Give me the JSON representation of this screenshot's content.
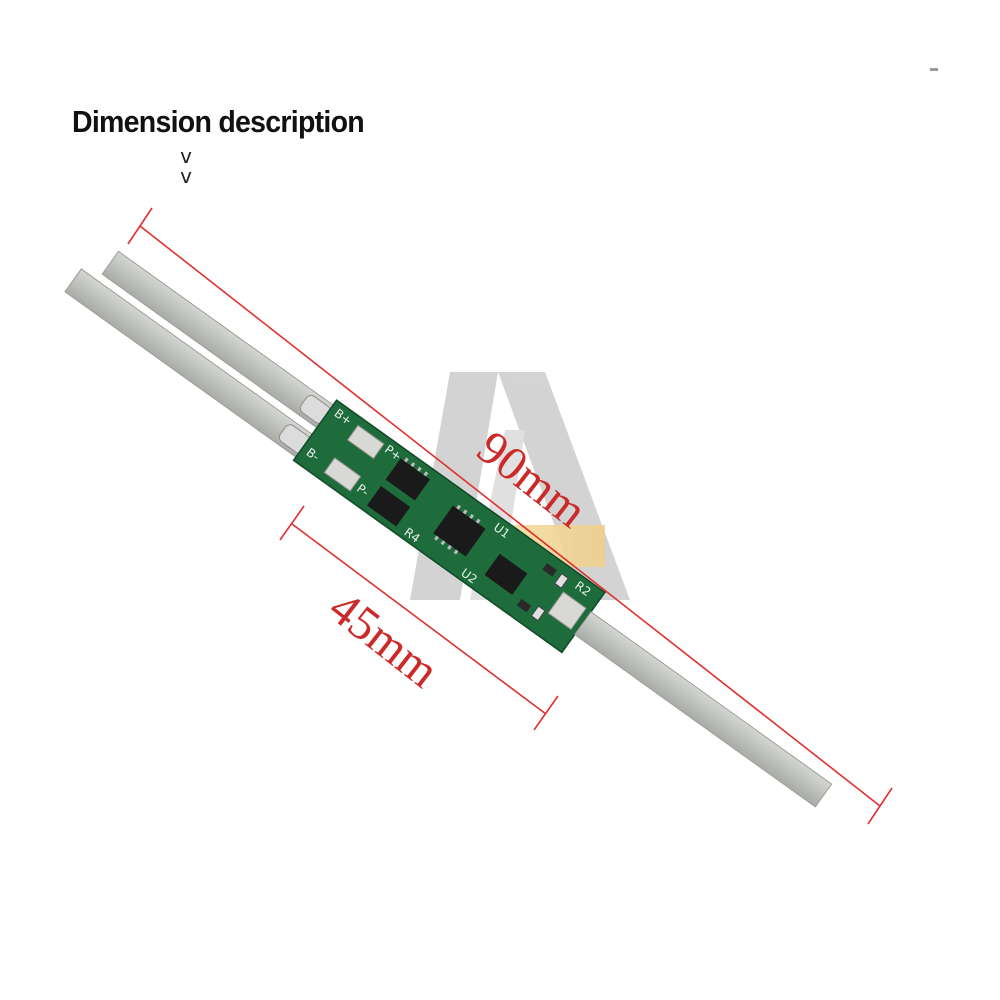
{
  "header": {
    "title": "Dimension description",
    "pointer_glyph": "v"
  },
  "dimensions": {
    "overall_length": "90mm",
    "board_length": "45mm"
  },
  "board": {
    "silkscreen": [
      "B+",
      "B-",
      "P+",
      "P-",
      "U1",
      "U2",
      "R4",
      "R2"
    ]
  },
  "colors": {
    "dimension_line": "#e03030",
    "dimension_text": "#cc2a2a",
    "pcb": "#1e6b3c",
    "nickel_strip": "#c2c4c0",
    "watermark": "#b8b8b8",
    "watermark_accent": "#e8c24a"
  }
}
